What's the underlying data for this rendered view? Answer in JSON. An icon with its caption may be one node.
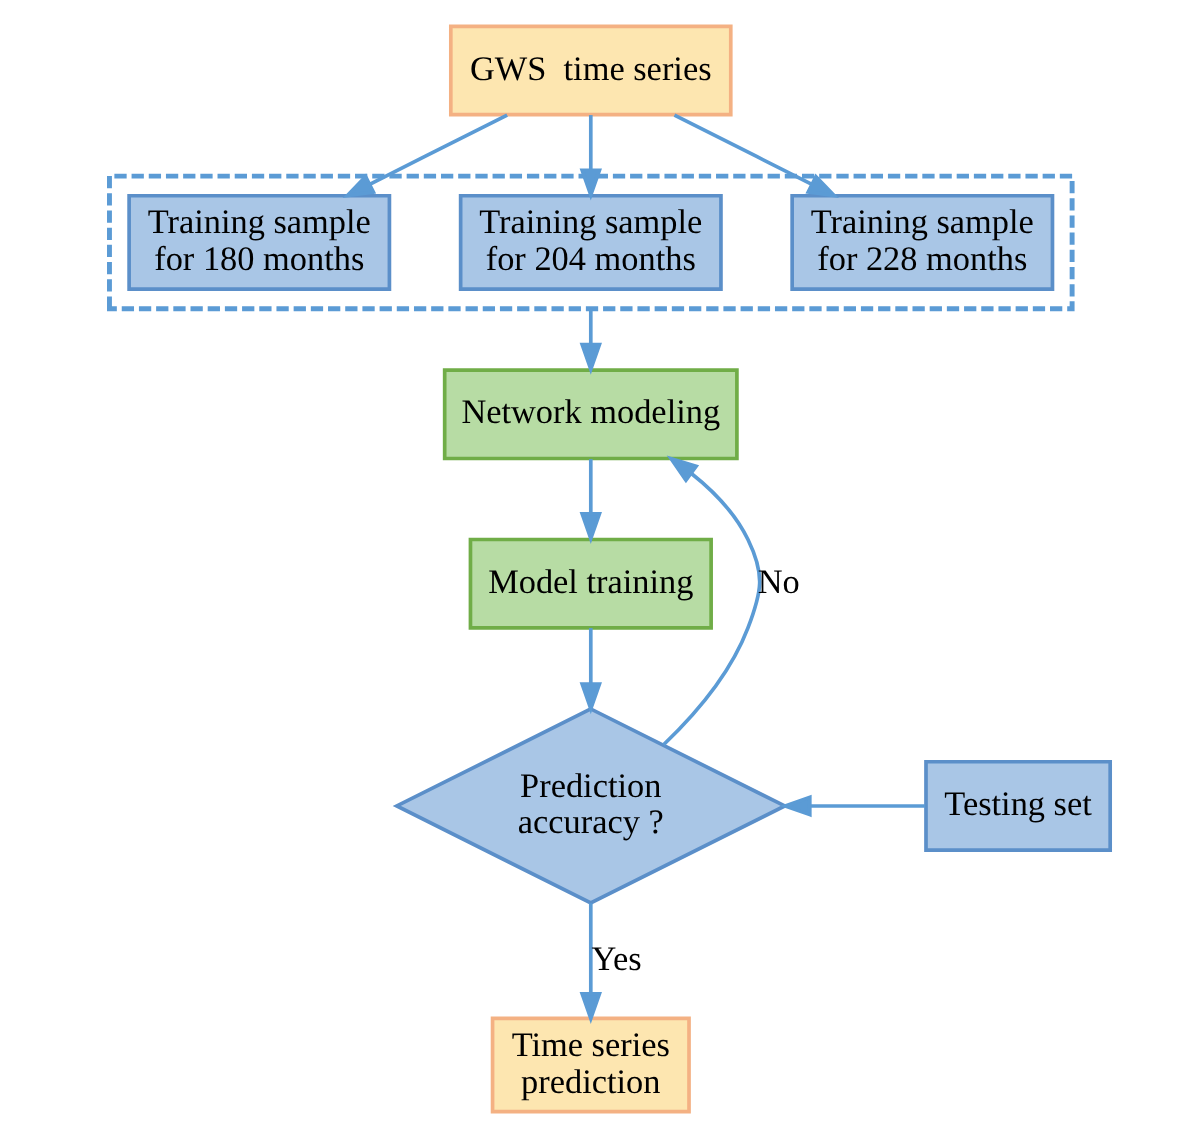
{
  "diagram": {
    "nodes": [
      {
        "text": [
          "GWS  time series"
        ]
      },
      {
        "text": [],
        "shape": "box"
      },
      {
        "text": [
          "Training sample for 180 months"
        ],
        "in": 1
      },
      {
        "text": [
          "Training sample for 204 months"
        ],
        "in": 1
      },
      {
        "text": [
          "Training sample for 228 months"
        ],
        "in": 1
      },
      {
        "text": [
          "Network modeling"
        ]
      },
      {
        "text": [
          "Model training"
        ]
      },
      {
        "text": [
          "Prediction accuracy ?"
        ]
      },
      {
        "text": [
          "Testing set"
        ]
      },
      {
        "text": [
          "Time series prediction"
        ]
      }
    ],
    "edges": [
      {
        "from": 0,
        "to": 2,
        "arrow": "to"
      },
      {
        "from": 0,
        "to": 3,
        "arrow": "to"
      },
      {
        "from": 0,
        "to": 4,
        "arrow": "to"
      },
      {
        "from": 1,
        "to": 5,
        "arrow": "to"
      },
      {
        "from": 5,
        "to": 6,
        "arrow": "to"
      },
      {
        "from": 6,
        "to": 7,
        "arrow": "to"
      },
      {
        "from": 8,
        "to": 7,
        "arrow": "to"
      },
      {
        "from": 7,
        "to": 5,
        "arrow": "to",
        "label": "No"
      },
      {
        "from": 7,
        "to": 9,
        "arrow": "to",
        "label": "Yes"
      }
    ]
  }
}
